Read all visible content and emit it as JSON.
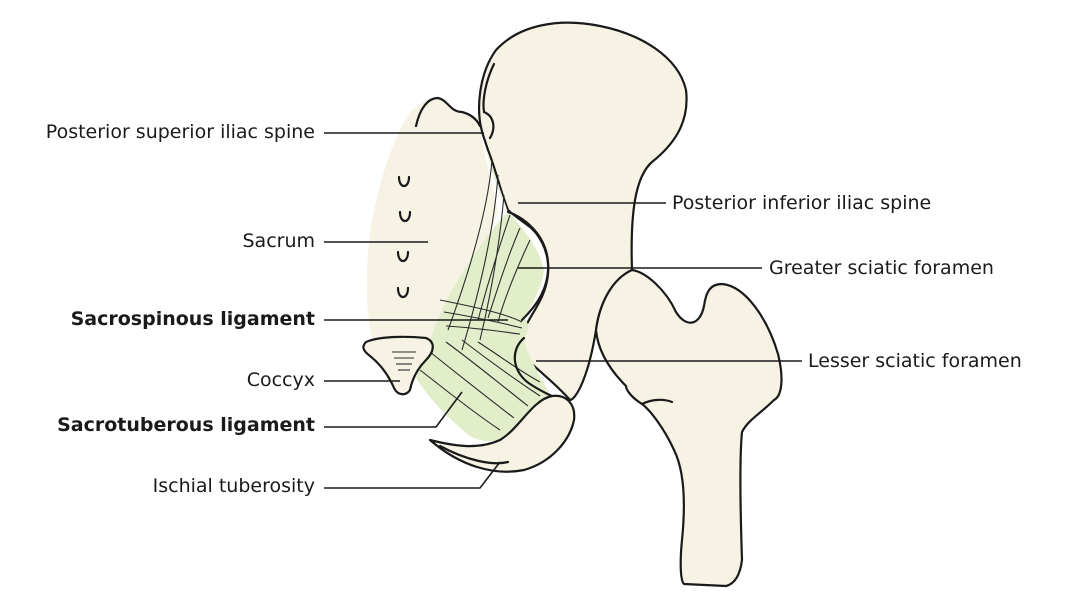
{
  "labels": {
    "psis": "Posterior superior iliac spine",
    "sacrum": "Sacrum",
    "sacrospinous": "Sacrospinous ligament",
    "coccyx": "Coccyx",
    "sacrotuberous": "Sacrotuberous ligament",
    "ischial": "Ischial tuberosity",
    "piis": "Posterior inferior iliac spine",
    "greater": "Greater sciatic foramen",
    "lesser": "Lesser sciatic foramen"
  },
  "colors": {
    "bone": "#f6f3e4",
    "ligament": "#e2edc9",
    "outline": "#1a1a1a"
  }
}
